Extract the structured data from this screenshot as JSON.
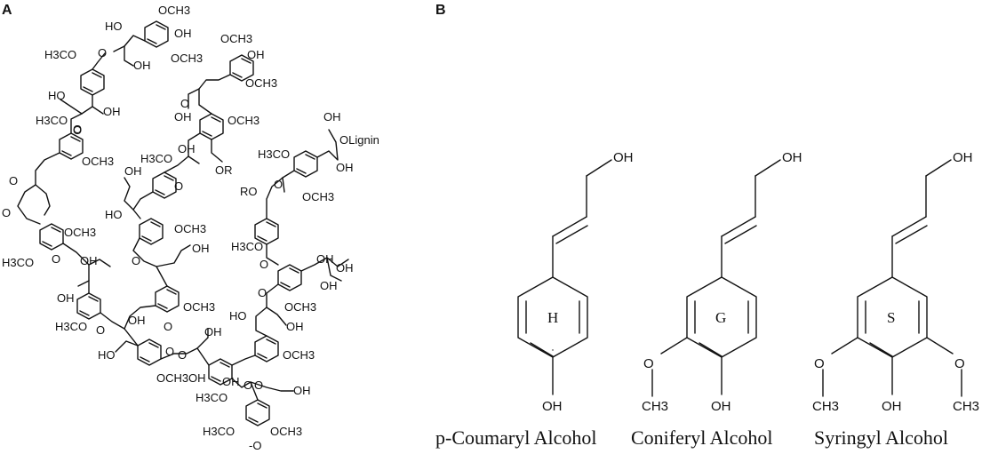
{
  "panels": {
    "a": "A",
    "b": "B"
  },
  "lignin_labels": [
    "HO",
    "OCH3",
    "OH",
    "OCH3",
    "H3CO",
    "O",
    "OH",
    "OCH3",
    "OH",
    "OCH3",
    "HO",
    "OH",
    "O",
    "OH",
    "O",
    "OCH3",
    "H3CO",
    "O",
    "OCH3",
    "OH",
    "H3CO",
    "OH",
    "O",
    "OR",
    "OLignin",
    "OH",
    "O",
    "HO",
    "O",
    "OCH3",
    "H3CO",
    "OH",
    "O",
    "RO",
    "O",
    "OCH3",
    "OCH3",
    "H3CO",
    "OH",
    "H3CO",
    "O",
    "OH",
    "O",
    "OH",
    "O",
    "OH",
    "O",
    "OH",
    "OCH3",
    "OH",
    "O",
    "OCH3",
    "HO",
    "OH",
    "H3CO",
    "O",
    "OH",
    "OH",
    "HO",
    "O",
    "O",
    "OH",
    "OCH3",
    "OCH3",
    "OH",
    "O",
    "OH",
    "H3CO",
    "H3CO",
    "OCH3",
    "-O"
  ],
  "monomers": [
    {
      "ring": "H",
      "top": "OH",
      "bottom": "OH",
      "name": "p-Coumaryl Alcohol"
    },
    {
      "ring": "G",
      "top": "OH",
      "bottom": "OH",
      "left": "O",
      "left_methyl": "CH3",
      "name": "Coniferyl Alcohol"
    },
    {
      "ring": "S",
      "top": "OH",
      "bottom": "OH",
      "left": "O",
      "left_methyl": "CH3",
      "right": "O",
      "right_methyl": "CH3",
      "name": "Syringyl Alcohol"
    }
  ]
}
